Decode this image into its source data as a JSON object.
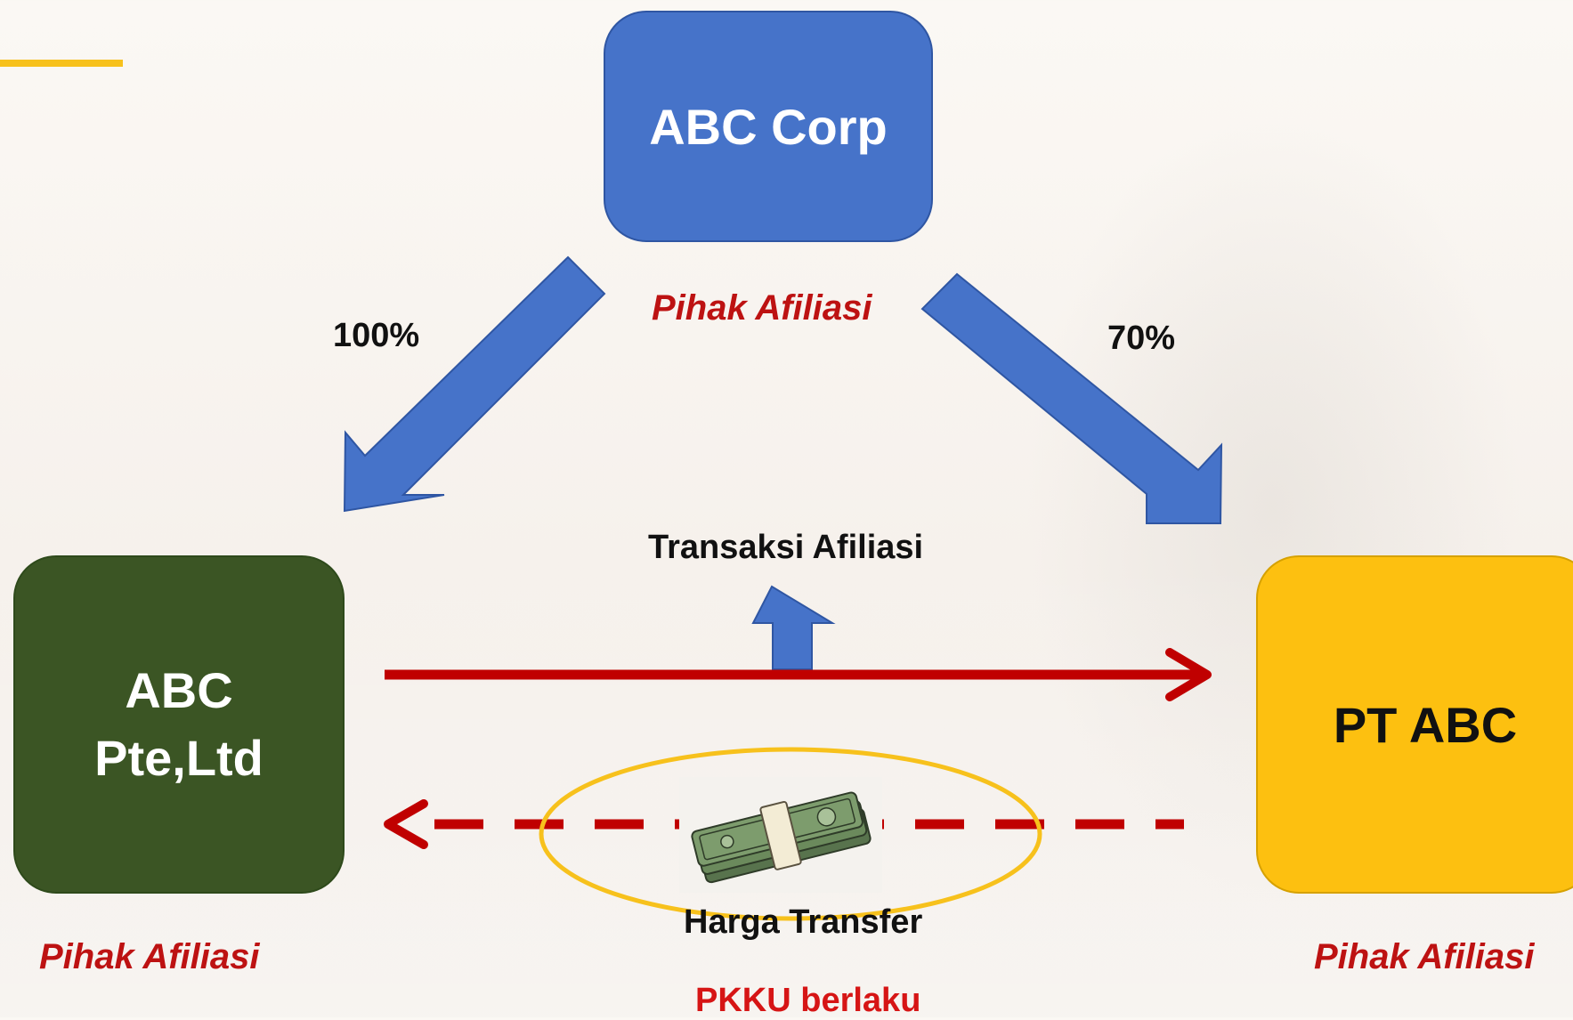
{
  "nodes": {
    "top": {
      "label": "ABC Corp",
      "color": "#4673c9",
      "role": "Pihak Afiliasi"
    },
    "left": {
      "label_line1": "ABC",
      "label_line2": "Pte,Ltd",
      "color": "#3b5524",
      "role": "Pihak Afiliasi"
    },
    "right": {
      "label": "PT ABC",
      "color": "#fdc010",
      "role": "Pihak Afiliasi"
    }
  },
  "ownership": {
    "left_percent": "100%",
    "right_percent": "70%"
  },
  "transaction_label": "Transaksi Afiliasi",
  "transfer_label": "Harga Transfer",
  "rule_label": "PKKU berlaku",
  "colors": {
    "arrow_blue": "#4673c9",
    "flow_red": "#c00000",
    "highlight_gold": "#f7c11c",
    "label_red": "#bd1212"
  },
  "icons": {
    "money": "money-bundle-icon"
  }
}
